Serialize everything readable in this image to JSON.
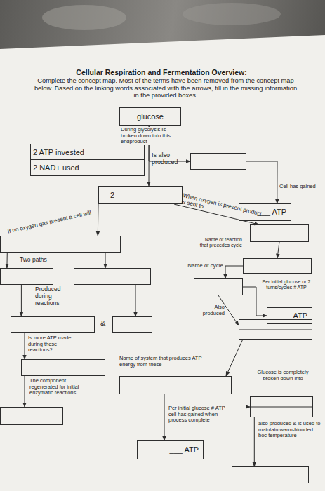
{
  "diagram": {
    "title": "Cellular Respiration and Fermentation Overview:",
    "nodes": [
      {
        "text": [
          "glucose"
        ]
      },
      {
        "text": [
          "2 ATP invested",
          "2 NAD+ used"
        ]
      },
      {
        "text": []
      },
      {
        "text": [
          "___ ATP"
        ]
      },
      {
        "text": [
          "2"
        ]
      },
      {
        "text": []
      },
      {
        "text": []
      },
      {
        "text": []
      },
      {
        "text": []
      },
      {
        "text": [
          "___ ATP"
        ]
      },
      {
        "text": []
      },
      {
        "text": []
      },
      {
        "text": []
      },
      {
        "text": []
      },
      {
        "text": []
      },
      {
        "text": []
      },
      {
        "text": []
      },
      {
        "text": []
      },
      {
        "text": [
          "___ ATP"
        ]
      },
      {
        "text": []
      },
      {
        "text": []
      }
    ],
    "edges": [
      {
        "from": 0,
        "to": 4,
        "arrow": "to",
        "label": "During glycolysis Is broken down into this endproduct"
      },
      {
        "from": 0,
        "to": 2,
        "arrow": "to",
        "label": "Is also produced"
      },
      {
        "from": 2,
        "to": 3,
        "arrow": "to",
        "label": "Cell has gained"
      },
      {
        "from": 4,
        "to": 6,
        "arrow": "to",
        "label": "If no oxygen gas present a cell will"
      },
      {
        "from": 4,
        "to": 5,
        "arrow": "to",
        "label": "When oxygen is present product is sent to"
      },
      {
        "from": 5,
        "to": 7,
        "arrow": "to",
        "label": "Name of reaction that precedes cycle"
      },
      {
        "from": 7,
        "to": 8,
        "arrow": "to",
        "label": "Name of cycle"
      },
      {
        "from": 8,
        "to": 9,
        "arrow": "to",
        "label": "Per initial glucose or 2 turns/cycles # ATP"
      },
      {
        "from": 8,
        "to": 10,
        "arrow": "to",
        "label": "Also produced"
      },
      {
        "from": 10,
        "to": 17,
        "arrow": "to",
        "label": "Name of system that produces ATP energy from these"
      },
      {
        "from": 10,
        "to": 19,
        "arrow": "to",
        "label": "Glucose is completely broken down into"
      },
      {
        "from": 19,
        "to": 20,
        "arrow": "to",
        "label": "also produced & is used to maintain warm-blooded boc temperature"
      },
      {
        "from": 17,
        "to": 18,
        "arrow": "to",
        "label": "Per initial glucose # ATP cell has gained when process complete"
      },
      {
        "from": 6,
        "to": 11,
        "arrow": "to",
        "label": "Two paths"
      },
      {
        "from": 6,
        "to": 12,
        "arrow": "to"
      },
      {
        "from": 11,
        "to": 13,
        "arrow": "to",
        "label": "Produced during reactions"
      },
      {
        "from": 12,
        "to": 14,
        "arrow": "to"
      },
      {
        "from": 13,
        "to": 15,
        "arrow": "to",
        "label": "Is more ATP made during these reactions?"
      },
      {
        "from": 15,
        "to": 16,
        "arrow": "to",
        "label": "The component regenerated for initial enzymatic reactions"
      }
    ],
    "labels": [
      "Complete the concept map. Most of the terms have been removed from the concept map below. Based on the linking words associated with the arrows, fill in the missing information in the provided boxes.",
      "&"
    ]
  }
}
